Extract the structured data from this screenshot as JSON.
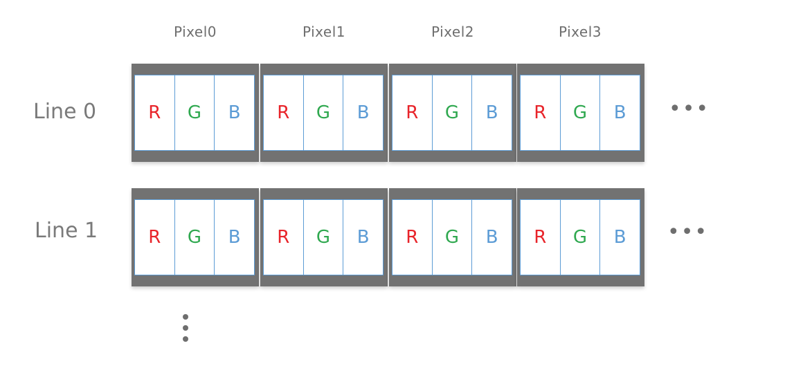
{
  "pixels": [
    {
      "label": "Pixel0"
    },
    {
      "label": "Pixel1"
    },
    {
      "label": "Pixel2"
    },
    {
      "label": "Pixel3"
    }
  ],
  "lines": [
    {
      "label": "Line 0"
    },
    {
      "label": "Line 1"
    }
  ],
  "channels": [
    {
      "label": "R",
      "color": "#e8242a"
    },
    {
      "label": "G",
      "color": "#2fa84f"
    },
    {
      "label": "B",
      "color": "#5b9bd5"
    }
  ],
  "continuation": {
    "horizontal": "•••"
  },
  "colors": {
    "block_frame": "#727272",
    "cell_border": "#5b9bd5"
  }
}
